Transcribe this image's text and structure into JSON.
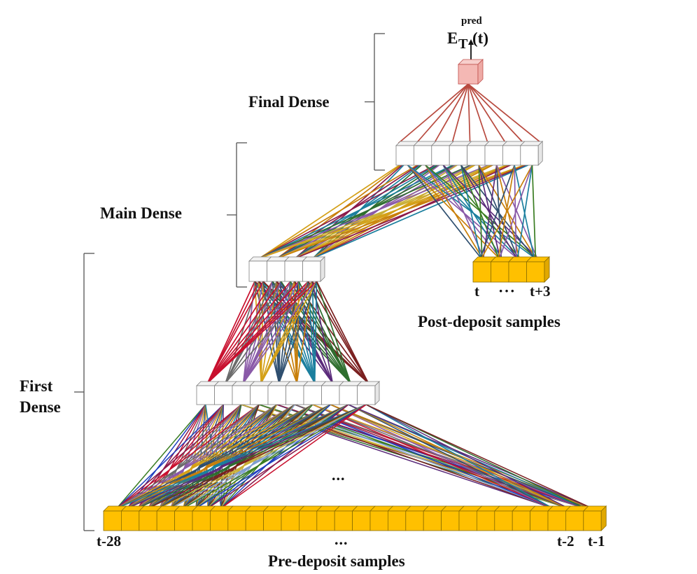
{
  "labels": {
    "final_dense": "Final Dense",
    "main_dense": "Main Dense",
    "first_dense": "First\nDense",
    "pre_deposit": "Pre-deposit samples",
    "post_deposit": "Post-deposit samples",
    "t_minus_28": "t-28",
    "t_minus_2": "t-2",
    "t_minus_1": "t-1",
    "t": "t",
    "t_plus_3": "t+3",
    "ellipsis_middle": "...",
    "ellipsis_bottom": "...",
    "ellipsis_post": "···",
    "output_main": "E",
    "output_sub": "T",
    "output_sup": "pred",
    "output_arg": "(t)"
  },
  "colors": {
    "input_fill": "#ffc000",
    "input_stroke": "#8a6d00",
    "node_fill": "#ffffff",
    "node_stroke": "#7f7f7f",
    "output_fill": "#f4b8b4",
    "output_stroke": "#c0504d",
    "final_lines": "#b84a3f",
    "palette": [
      "#3a7d22",
      "#1f3fbf",
      "#8b1a4a",
      "#c8102e",
      "#6b6b6b",
      "#8a5aa8",
      "#d4a017",
      "#2f4f6f",
      "#c87f0a",
      "#1b7f9e",
      "#5a2a7a",
      "#2f6e2f",
      "#7a1f1f",
      "#c9b037",
      "#7f9fd0"
    ]
  },
  "structure": {
    "pre_deposit_count": 28,
    "post_deposit_count": 4,
    "first_dense_units": 10,
    "main_dense_units": 4,
    "final_dense_units": 8,
    "output_units": 1
  }
}
